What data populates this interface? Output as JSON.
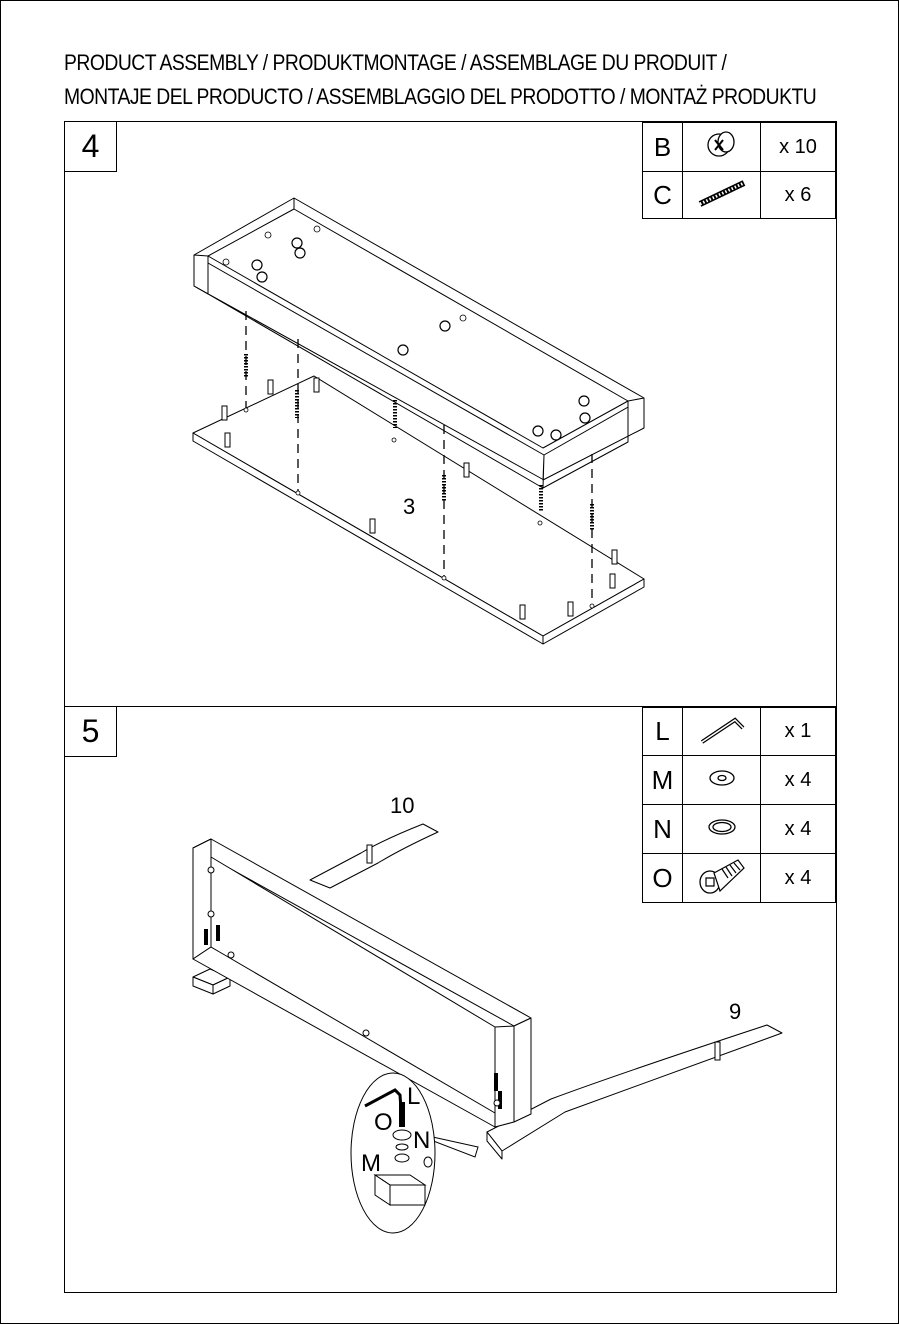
{
  "header": {
    "line1": "PRODUCT ASSEMBLY / PRODUKTMONTAGE / ASSEMBLAGE DU PRODUIT /",
    "line2": "MONTAJE DEL PRODUCTO / ASSEMBLAGGIO DEL PRODOTTO / MONTAŻ PRODUKTU"
  },
  "steps": [
    {
      "number": "4",
      "parts": [
        {
          "letter": "B",
          "icon": "cam-lock-icon",
          "qty": "x 10"
        },
        {
          "letter": "C",
          "icon": "wooden-dowel-icon",
          "qty": "x 6"
        }
      ],
      "panel_labels": [
        "3"
      ]
    },
    {
      "number": "5",
      "parts": [
        {
          "letter": "L",
          "icon": "allen-key-icon",
          "qty": "x 1"
        },
        {
          "letter": "M",
          "icon": "flat-washer-icon",
          "qty": "x 4"
        },
        {
          "letter": "N",
          "icon": "spring-washer-icon",
          "qty": "x 4"
        },
        {
          "letter": "O",
          "icon": "hex-bolt-icon",
          "qty": "x 4"
        }
      ],
      "panel_labels": [
        "10",
        "9"
      ],
      "detail_labels": [
        "L",
        "O",
        "N",
        "M"
      ]
    }
  ]
}
